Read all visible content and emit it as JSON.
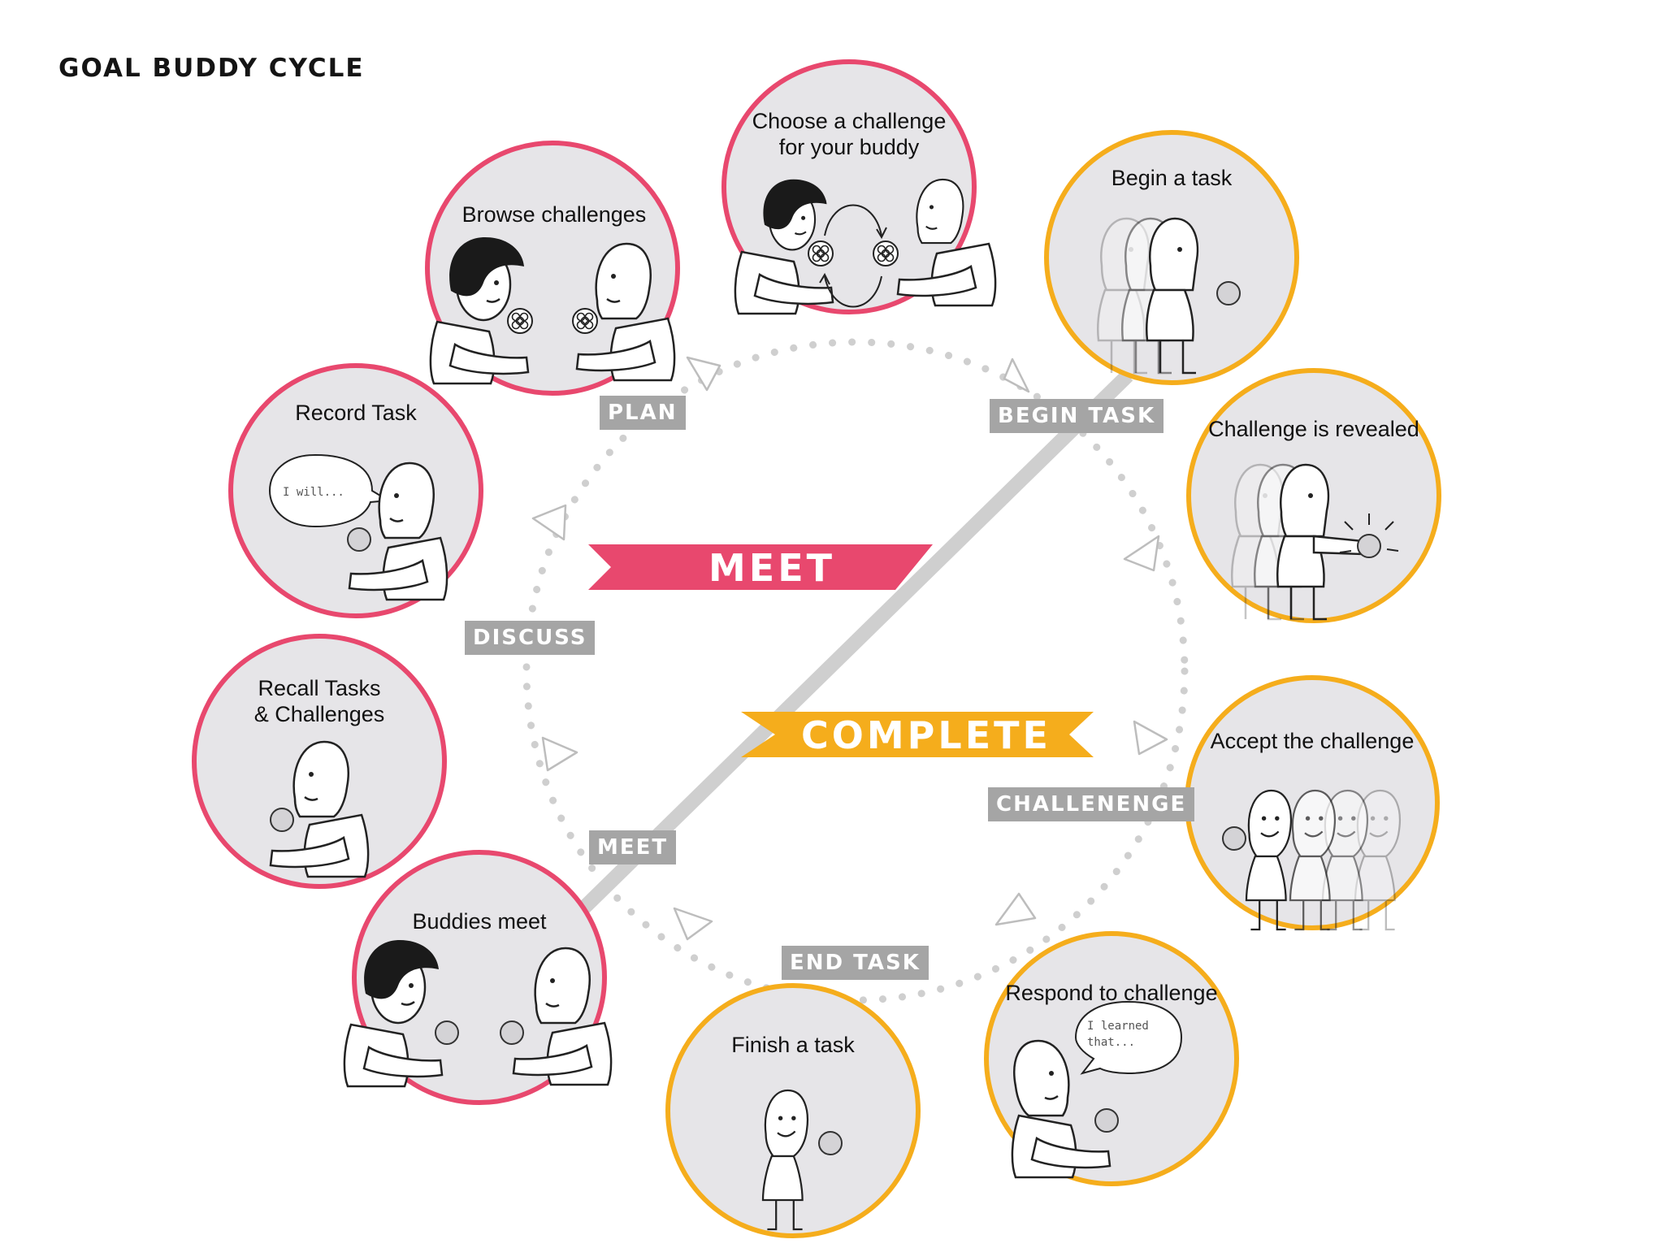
{
  "title": "GOAL BUDDY CYCLE",
  "colors": {
    "meet": "#e8486e",
    "complete": "#f5ad1c",
    "circle_fill": "#e6e5e8",
    "phase_label_bg": "#a5a5a5",
    "path": "#cfcfcf"
  },
  "banners": {
    "meet": "MEET",
    "complete": "COMPLETE"
  },
  "phases": {
    "plan": "PLAN",
    "begin_task": "BEGIN TASK",
    "discuss": "DISCUSS",
    "challenge": "CHALLENENGE",
    "meet": "MEET",
    "end_task": "END TASK"
  },
  "steps": {
    "choose": {
      "label": [
        "Choose a challenge",
        "for your buddy"
      ],
      "phase": "meet"
    },
    "browse": {
      "label": [
        "Browse challenges"
      ],
      "phase": "meet"
    },
    "record": {
      "label": [
        "Record Task"
      ],
      "phase": "meet",
      "speech": "I will..."
    },
    "recall": {
      "label": [
        "Recall Tasks",
        "& Challenges"
      ],
      "phase": "meet"
    },
    "buddies": {
      "label": [
        "Buddies meet"
      ],
      "phase": "meet"
    },
    "begin": {
      "label": [
        "Begin a task"
      ],
      "phase": "complete"
    },
    "revealed": {
      "label": [
        "Challenge is revealed"
      ],
      "phase": "complete"
    },
    "accept": {
      "label": [
        "Accept the challenge"
      ],
      "phase": "complete"
    },
    "respond": {
      "label": [
        "Respond to challenge"
      ],
      "phase": "complete",
      "speech": [
        "I learned",
        "that..."
      ]
    },
    "finish": {
      "label": [
        "Finish a task"
      ],
      "phase": "complete"
    }
  }
}
